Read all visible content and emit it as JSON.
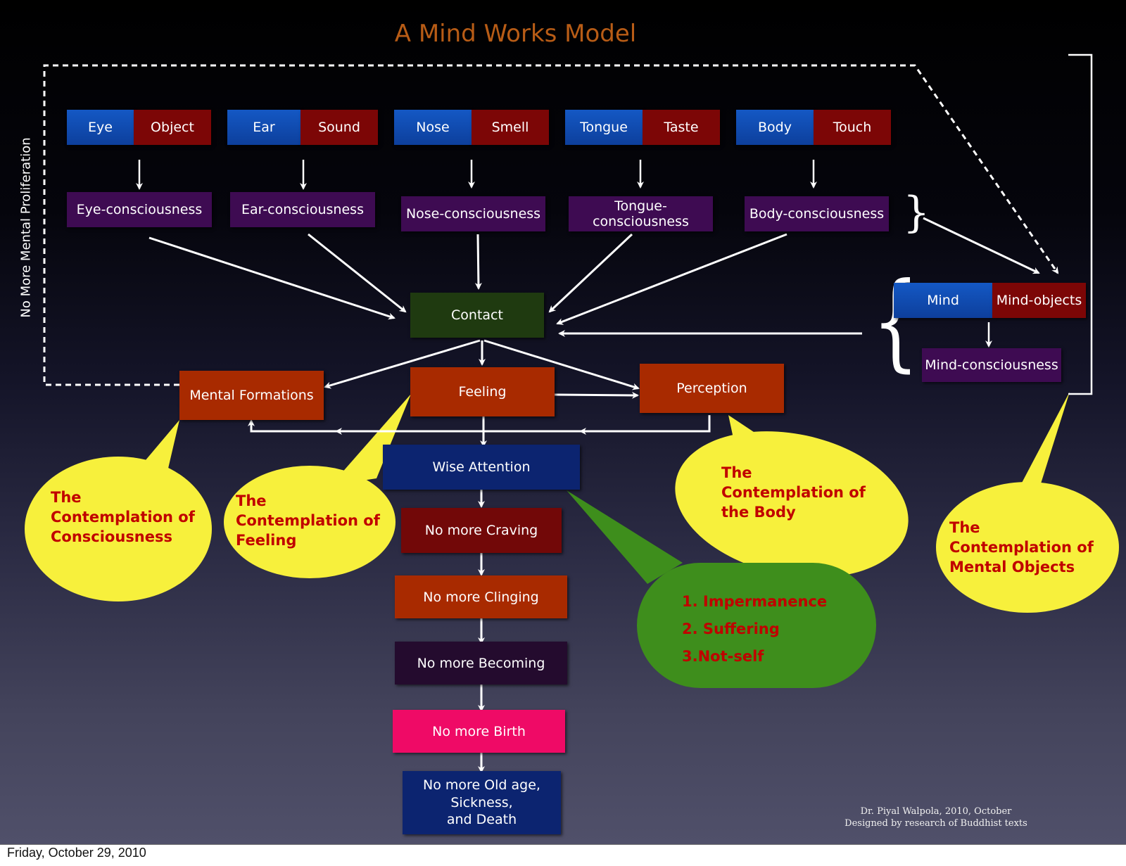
{
  "title": "A Mind Works Model",
  "side_label": "No More Mental Proliferation",
  "sense_pairs": [
    {
      "organ": "Eye",
      "object": "Object",
      "consciousness": "Eye-consciousness"
    },
    {
      "organ": "Ear",
      "object": "Sound",
      "consciousness": "Ear-consciousness"
    },
    {
      "organ": "Nose",
      "object": "Smell",
      "consciousness": "Nose-consciousness"
    },
    {
      "organ": "Tongue",
      "object": "Taste",
      "consciousness": "Tongue-consciousness"
    },
    {
      "organ": "Body",
      "object": "Touch",
      "consciousness": "Body-consciousness"
    }
  ],
  "mind": {
    "organ": "Mind",
    "object": "Mind-objects",
    "consciousness": "Mind-consciousness"
  },
  "nodes": {
    "contact": "Contact",
    "mental_formations": "Mental Formations",
    "feeling": "Feeling",
    "perception": "Perception",
    "wise_attention": "Wise Attention",
    "no_craving": "No  more Craving",
    "no_clinging": "No  more Clinging",
    "no_becoming": "No  more Becoming",
    "no_birth": "No  more Birth",
    "no_death": [
      "No  more Old age,",
      "Sickness,",
      "and Death"
    ]
  },
  "bubbles": {
    "consciousness": [
      "The",
      "Contemplation of",
      "Consciousness"
    ],
    "feeling": [
      "The",
      "Contemplation of",
      "Feeling"
    ],
    "body": [
      "The",
      "Contemplation of",
      "the Body"
    ],
    "mental_objects": [
      "The",
      "Contemplation of",
      "Mental Objects"
    ],
    "three_marks": [
      "1. Impermanence",
      "2. Suffering",
      "3.Not-self"
    ]
  },
  "credit": [
    "Dr. Piyal Walpola, 2010, October",
    "Designed by research of Buddhist texts"
  ],
  "footer_date": "Friday, October 29, 2010",
  "colors": {
    "title": "#b85c16",
    "bubble_yellow": "#f7f03c",
    "bubble_green": "#3e8e1c",
    "bubble_text": "#c00000",
    "organ_blue": "#1458c4",
    "object_red": "#7c0606",
    "consciousness_purple": "#3e0b52",
    "contact_green": "#1f3a10",
    "process_orange": "#a82a00",
    "birth_pink": "#ef0a66"
  }
}
